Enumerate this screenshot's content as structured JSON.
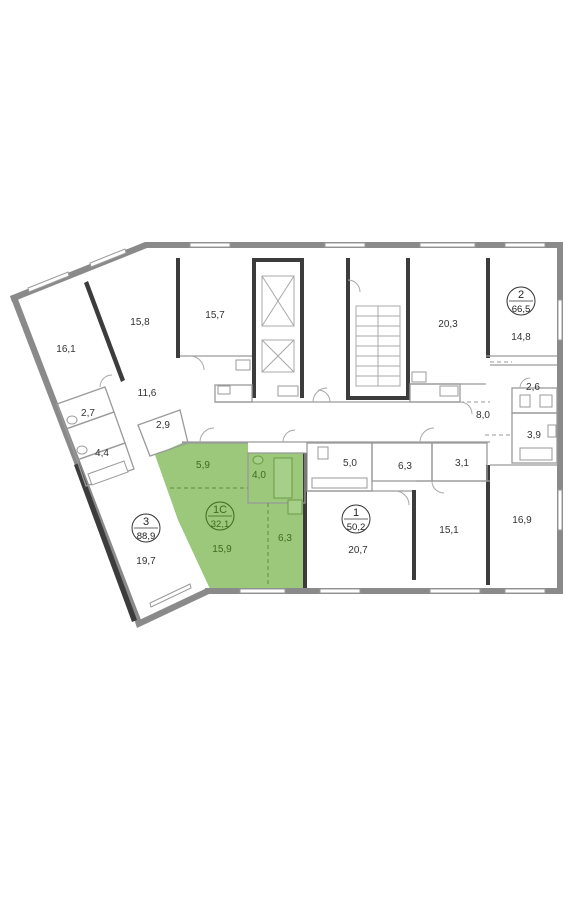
{
  "highlight_color": "#9bc87a",
  "apartments": {
    "apt1": {
      "number": "1",
      "area": "50,2"
    },
    "apt2": {
      "number": "2",
      "area": "66,5"
    },
    "apt3": {
      "number": "3",
      "area": "88,9"
    },
    "apt1c": {
      "number": "1C",
      "area": "32,1"
    }
  },
  "rooms": {
    "r16_1": "16,1",
    "r15_8": "15,8",
    "r15_7": "15,7",
    "r20_3": "20,3",
    "r14_8": "14,8",
    "r11_6": "11,6",
    "r2_7": "2,7",
    "r2_9": "2,9",
    "r4_4": "4,4",
    "r19_7": "19,7",
    "r5_9": "5,9",
    "r4_0": "4,0",
    "r15_9": "15,9",
    "r6_3g": "6,3",
    "r5_0": "5,0",
    "r6_3": "6,3",
    "r3_1": "3,1",
    "r20_7": "20,7",
    "r15_1": "15,1",
    "r8_0": "8,0",
    "r2_6": "2,6",
    "r3_9": "3,9",
    "r16_9": "16,9"
  }
}
